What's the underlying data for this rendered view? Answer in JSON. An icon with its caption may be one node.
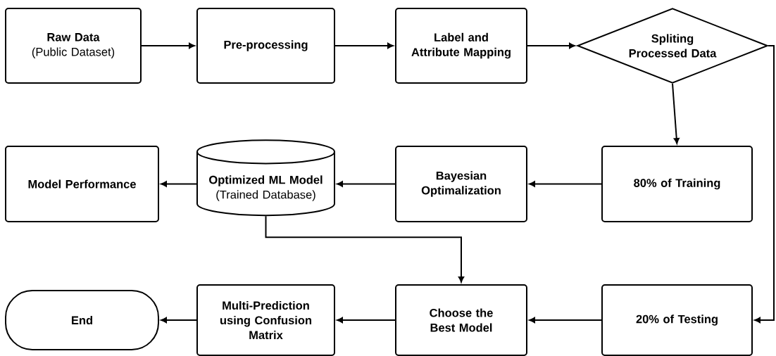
{
  "diagram": {
    "nodes": [
      {
        "text": [
          "Raw Data",
          "(Public Dataset)"
        ]
      },
      {
        "text": [
          "Pre-processing"
        ]
      },
      {
        "text": [
          "Label and Attribute Mapping"
        ]
      },
      {
        "text": [
          "Spliting Processed Data"
        ]
      },
      {
        "text": [
          "Model Performance"
        ]
      },
      {
        "text": [
          "Optimized ML Model",
          "(Trained Database)"
        ]
      },
      {
        "text": [
          "Bayesian Optimalization"
        ]
      },
      {
        "text": [
          "80% of Training"
        ]
      },
      {
        "text": [
          "End"
        ]
      },
      {
        "text": [
          "Multi-Prediction using Confusion Matrix"
        ]
      },
      {
        "text": [
          "Choose the Best Model"
        ]
      },
      {
        "text": [
          "20% of Testing"
        ]
      }
    ],
    "edges": [
      {
        "from": 0,
        "to": 1,
        "arrow": "to"
      },
      {
        "from": 1,
        "to": 2,
        "arrow": "to"
      },
      {
        "from": 2,
        "to": 3,
        "arrow": "to"
      },
      {
        "from": 3,
        "to": 7,
        "arrow": "to"
      },
      {
        "from": 3,
        "to": 11,
        "arrow": "to"
      },
      {
        "from": 7,
        "to": 6,
        "arrow": "to"
      },
      {
        "from": 6,
        "to": 5,
        "arrow": "to"
      },
      {
        "from": 5,
        "to": 4,
        "arrow": "to"
      },
      {
        "from": 5,
        "to": 10,
        "arrow": "to"
      },
      {
        "from": 11,
        "to": 10,
        "arrow": "to"
      },
      {
        "from": 10,
        "to": 9,
        "arrow": "to"
      },
      {
        "from": 9,
        "to": 8,
        "arrow": "to"
      }
    ]
  }
}
